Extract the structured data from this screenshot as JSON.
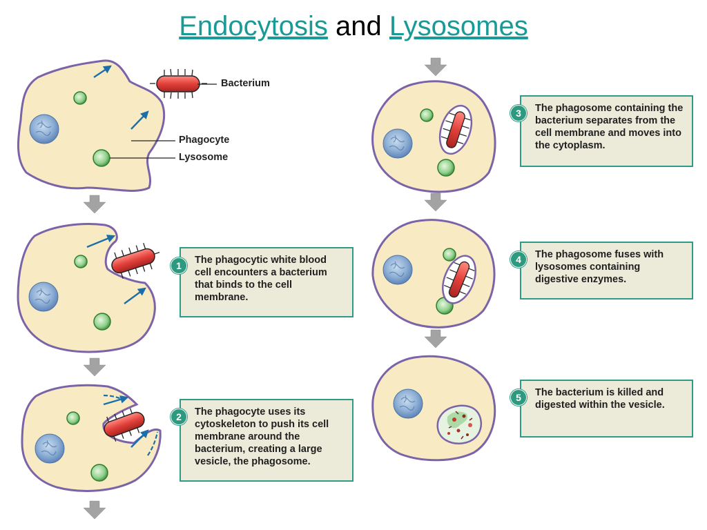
{
  "title": {
    "part1": "Endocytosis",
    "part2": "and",
    "part3": "Lysosomes"
  },
  "labels": {
    "bacterium": "Bacterium",
    "phagocyte": "Phagocyte",
    "lysosome": "Lysosome"
  },
  "steps": [
    {
      "num": "1",
      "text": "The phagocytic white blood cell encounters a bacterium that binds to the cell membrane."
    },
    {
      "num": "2",
      "text": "The phagocyte uses its cytoskeleton to push its cell membrane around the bacterium, creating a large vesicle, the phagosome."
    },
    {
      "num": "3",
      "text": "The phagosome containing the bacterium separates from the cell membrane and moves into the cytoplasm."
    },
    {
      "num": "4",
      "text": "The phagosome fuses with lysosomes containing digestive enzymes."
    },
    {
      "num": "5",
      "text": "The bacterium is killed and digested within the vesicle."
    }
  ],
  "colors": {
    "cell_fill": "#f8ebc3",
    "cell_stroke": "#7b63a8",
    "nucleus": "#8fb0d6",
    "lysosome": "#8fcf8a",
    "bacterium": "#e84a44",
    "arrow": "#1d6ea8",
    "accent": "#2e9a88",
    "gray_arrow": "#9a9a9a"
  }
}
